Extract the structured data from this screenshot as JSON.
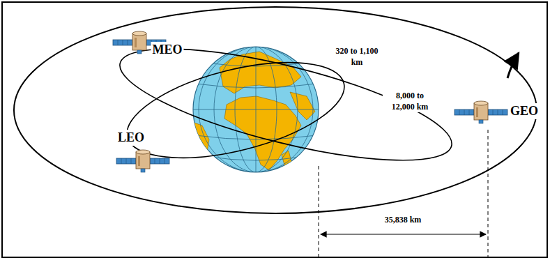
{
  "diagram": {
    "labels": [
      "MEO",
      "LEO",
      "GEO",
      "320 to 1,100 km",
      "8,000 to 12,000 km",
      "35,838 km"
    ]
  }
}
